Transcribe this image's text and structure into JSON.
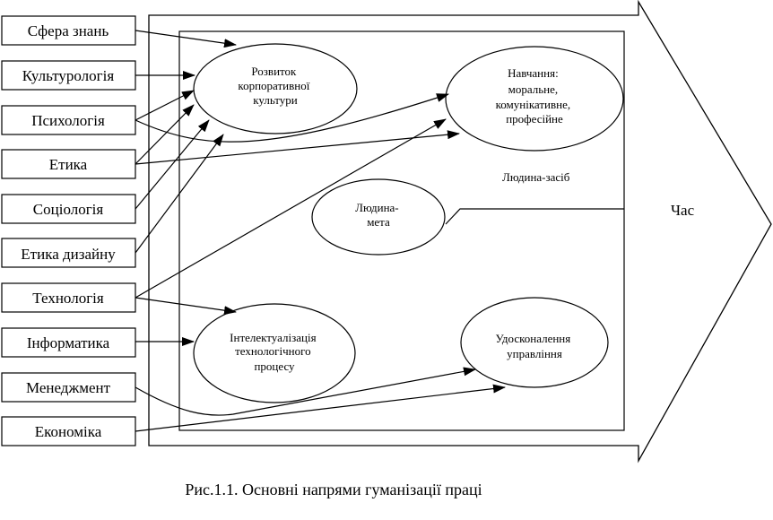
{
  "time_label": "Час",
  "caption": "Рис.1.1. Основні напрями гуманізації праці",
  "boxes": [
    {
      "label": "Сфера знань"
    },
    {
      "label": "Культурологія"
    },
    {
      "label": "Психологія"
    },
    {
      "label": "Етика"
    },
    {
      "label": "Соціологія"
    },
    {
      "label": "Етика дизайну"
    },
    {
      "label": "Технологія"
    },
    {
      "label": "Інформатика"
    },
    {
      "label": "Менеджмент"
    },
    {
      "label": "Економіка"
    }
  ],
  "ellipses": {
    "corporate": {
      "lines": [
        "Розвиток",
        "корпоративної",
        "культури"
      ]
    },
    "training": {
      "lines": [
        "Навчання:",
        "моральне,",
        "комунікативне,",
        "професійне"
      ]
    },
    "human_goal": {
      "lines": [
        "Людина-",
        "мета"
      ]
    },
    "intellect": {
      "lines": [
        "Інтелектуалізація",
        "технологічного",
        "процесу"
      ]
    },
    "management": {
      "lines": [
        "Удосконалення",
        "управління"
      ]
    }
  },
  "human_means_label": "Людина-засіб"
}
